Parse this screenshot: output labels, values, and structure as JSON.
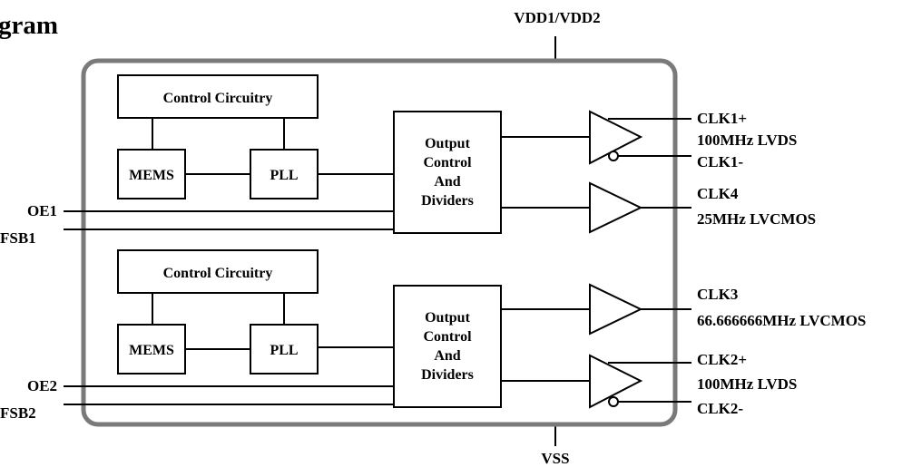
{
  "header": {
    "title_fragment": "gram"
  },
  "power": {
    "top_label": "VDD1/VDD2",
    "bottom_label": "VSS"
  },
  "channels": [
    {
      "control_label": "Control Circuitry",
      "mems_label": "MEMS",
      "pll_label": "PLL",
      "output_block_lines": [
        "Output",
        "Control",
        "And",
        "Dividers"
      ],
      "inputs": [
        "OE1",
        "FSB1"
      ],
      "outputs": [
        {
          "type": "differential",
          "pos_label": "CLK1+",
          "freq_label": "100MHz LVDS",
          "neg_label": "CLK1-"
        },
        {
          "type": "single",
          "name_label": "CLK4",
          "freq_label": "25MHz LVCMOS"
        }
      ]
    },
    {
      "control_label": "Control Circuitry",
      "mems_label": "MEMS",
      "pll_label": "PLL",
      "output_block_lines": [
        "Output",
        "Control",
        "And",
        "Dividers"
      ],
      "inputs": [
        "OE2",
        "FSB2"
      ],
      "outputs": [
        {
          "type": "single",
          "name_label": "CLK3",
          "freq_label": "66.666666MHz LVCMOS"
        },
        {
          "type": "differential",
          "pos_label": "CLK2+",
          "freq_label": "100MHz LVDS",
          "neg_label": "CLK2-"
        }
      ]
    }
  ]
}
